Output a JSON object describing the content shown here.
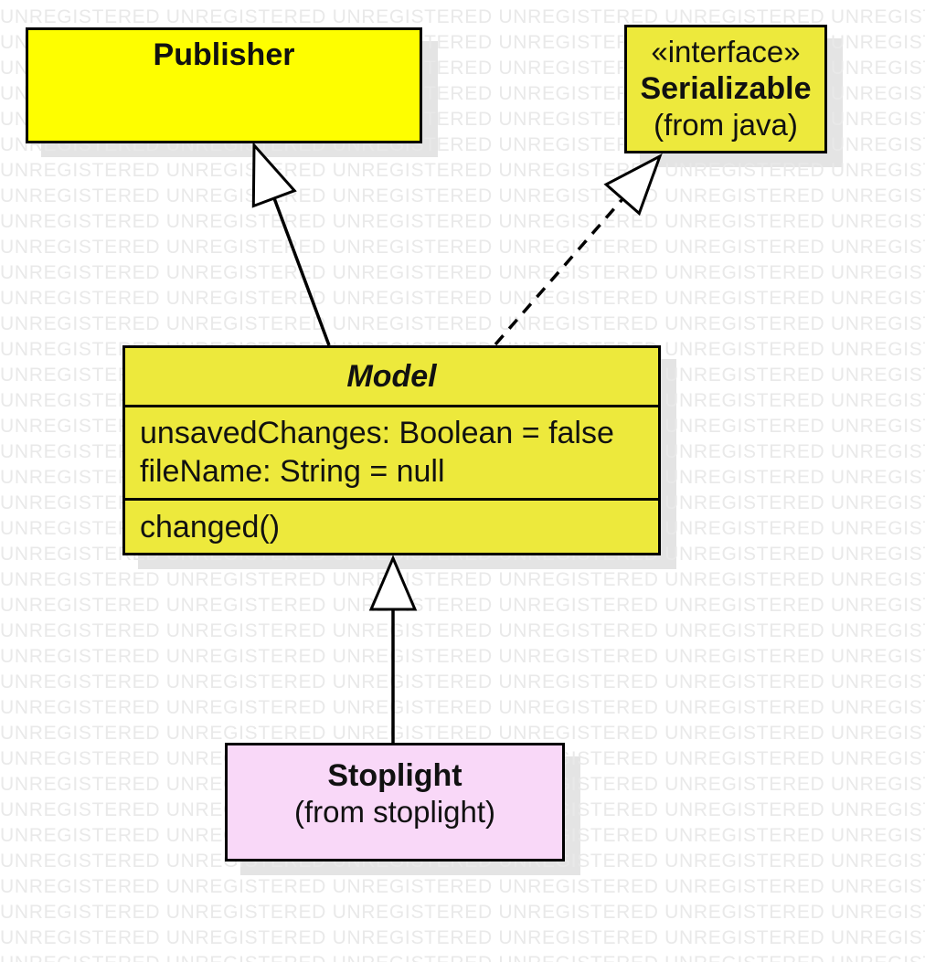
{
  "watermark": {
    "text": "UNREGISTERED"
  },
  "classes": {
    "publisher": {
      "name": "Publisher"
    },
    "serializable": {
      "stereotype": "«interface»",
      "name": "Serializable",
      "package": "(from java)"
    },
    "model": {
      "name": "Model",
      "attributes": [
        "unsavedChanges: Boolean = false",
        "fileName: String = null"
      ],
      "operations": [
        "changed()"
      ]
    },
    "stoplight": {
      "name": "Stoplight",
      "package": "(from stoplight)"
    }
  },
  "relationships": [
    {
      "type": "generalization",
      "from": "Model",
      "to": "Publisher",
      "line": "solid",
      "arrowhead": "hollow-triangle"
    },
    {
      "type": "realization",
      "from": "Model",
      "to": "Serializable",
      "line": "dashed",
      "arrowhead": "hollow-triangle"
    },
    {
      "type": "generalization",
      "from": "Stoplight",
      "to": "Model",
      "line": "solid",
      "arrowhead": "hollow-triangle"
    }
  ],
  "colors": {
    "bg": "#ffffff",
    "publisher_fill": "#fefe00",
    "class_fill": "#ede93c",
    "stoplight_fill": "#f9d8f8",
    "border": "#000000",
    "watermark": "#e9e9e9",
    "shadow": "#e4e4e4"
  }
}
